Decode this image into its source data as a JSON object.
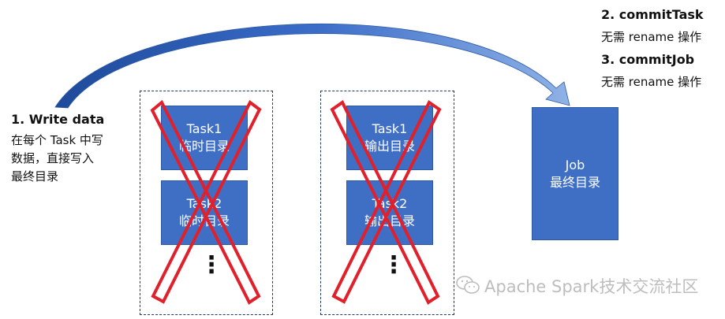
{
  "left_note": {
    "step": "1.  Write data",
    "lines": [
      "在每个 Task 中写",
      "数据，直接写入",
      "最终目录"
    ]
  },
  "right_notes": {
    "step2": "2. commitTask",
    "step2_desc": "无需 rename 操作",
    "step3": "3. commitJob",
    "step3_desc": "无需 rename 操作"
  },
  "temp_dir_group": {
    "task1": [
      "Task1",
      "临时目录"
    ],
    "task2": [
      "Task2",
      "临时目录"
    ],
    "ellipsis": "⋮"
  },
  "output_dir_group": {
    "task1": [
      "Task1",
      "输出目录"
    ],
    "task2": [
      "Task2",
      "输出目录"
    ],
    "ellipsis": "⋮"
  },
  "job_box": [
    "Job",
    "最终目录"
  ],
  "watermark": "Apache Spark技术交流社区",
  "colors": {
    "box_fill": "#3f6fc4",
    "cross": "#e0202a",
    "arrow": "#2e5aa5",
    "dashed_border": "#1f3864"
  }
}
